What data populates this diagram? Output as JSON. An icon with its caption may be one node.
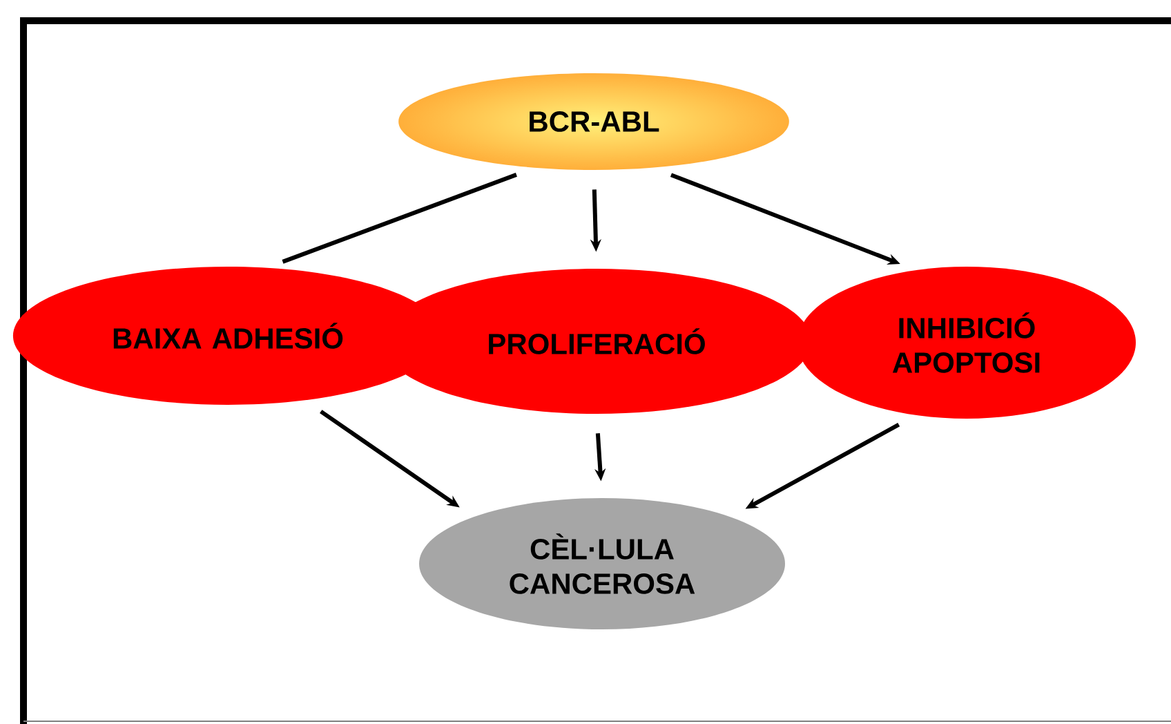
{
  "diagram": {
    "nodes": [
      {
        "text": [
          "BCR-ABL"
        ]
      },
      {
        "text": [
          "BAIXA ADHESIÓ"
        ]
      },
      {
        "text": [
          "PROLIFERACIÓ"
        ]
      },
      {
        "text": [
          "INHIBICIÓ APOPTOSI"
        ]
      },
      {
        "text": [
          "CÈL·LULA CANCEROSA"
        ]
      }
    ],
    "edges": [
      {
        "from": 0,
        "to": 1,
        "arrow": "none"
      },
      {
        "from": 0,
        "to": 2,
        "arrow": "to"
      },
      {
        "from": 0,
        "to": 3,
        "arrow": "to"
      },
      {
        "from": 1,
        "to": 4,
        "arrow": "to"
      },
      {
        "from": 2,
        "to": 4,
        "arrow": "to"
      },
      {
        "from": 3,
        "to": 4,
        "arrow": "to"
      }
    ]
  }
}
